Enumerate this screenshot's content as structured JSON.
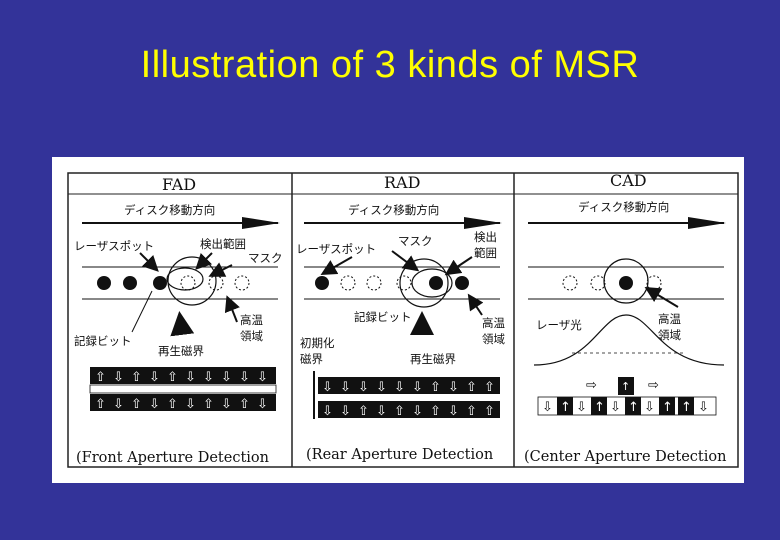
{
  "slide": {
    "title": "Illustration of 3 kinds of MSR"
  },
  "panels": [
    {
      "title": "FAD",
      "direction": "ディスク移動方向",
      "laser_spot": "レーザスポット",
      "detect_range": "検出範囲",
      "mask": "マスク",
      "record_bit": "記録ビット",
      "repro_field": "再生磁界",
      "high_temp_1": "高温",
      "high_temp_2": "領域",
      "caption": "(Front Aperture Detection"
    },
    {
      "title": "RAD",
      "direction": "ディスク移動方向",
      "laser_spot": "レーザスポット",
      "mask": "マスク",
      "detect_1": "検出",
      "detect_2": "範囲",
      "record_bit": "記録ビット",
      "init_field_1": "初期化",
      "init_field_2": "磁界",
      "repro_field": "再生磁界",
      "high_temp_1": "高温",
      "high_temp_2": "領域",
      "caption": "(Rear Aperture Detection"
    },
    {
      "title": "CAD",
      "direction": "ディスク移動方向",
      "laser_light": "レーザ光",
      "high_temp_1": "高温",
      "high_temp_2": "領域",
      "caption": "(Center Aperture Detection"
    }
  ]
}
